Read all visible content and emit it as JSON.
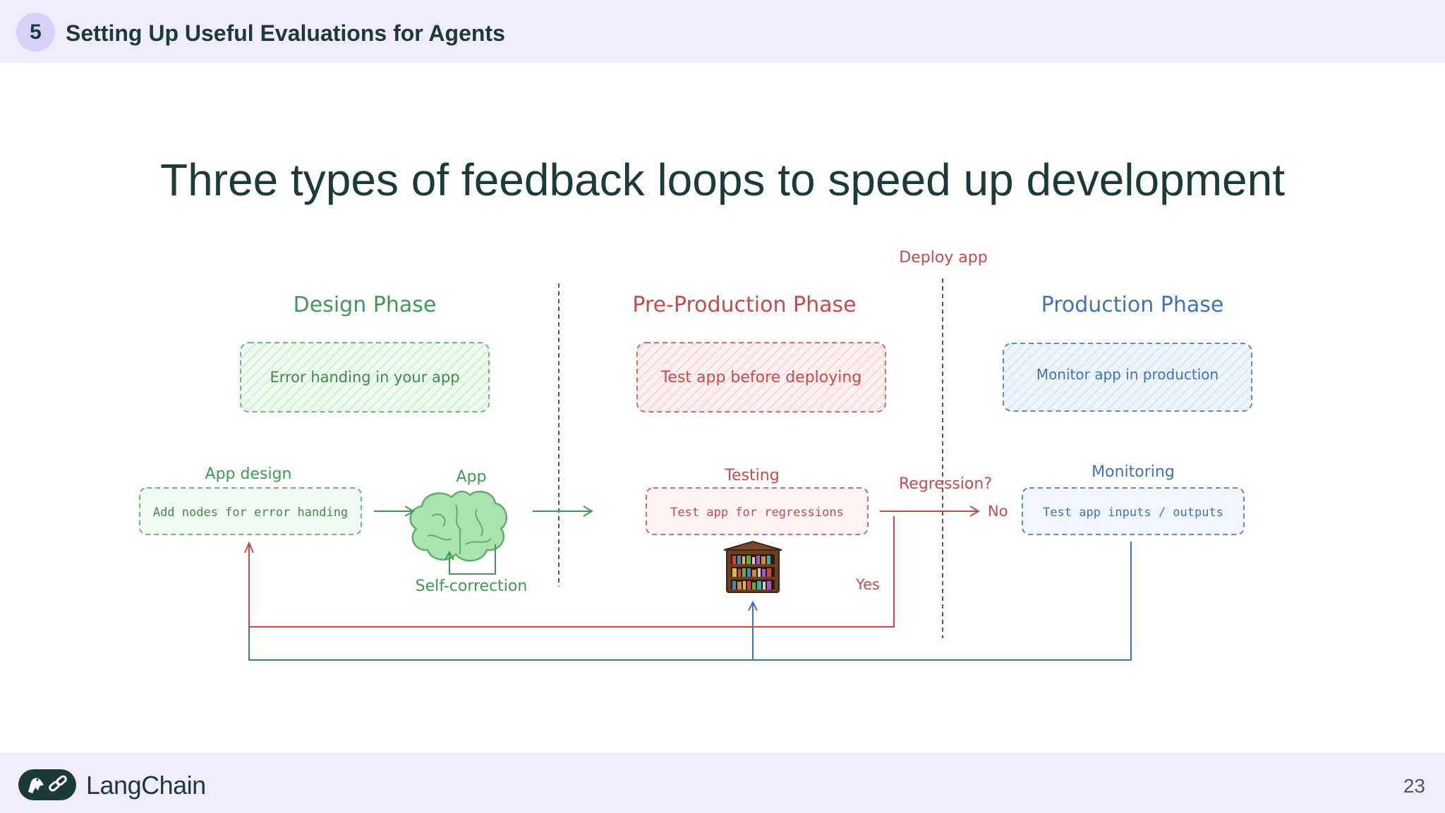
{
  "header": {
    "section_number": "5",
    "section_title": "Setting Up Useful Evaluations for Agents"
  },
  "slide": {
    "title": "Three types of feedback loops to speed up development"
  },
  "diagram": {
    "colors": {
      "design": "#3f9a52",
      "preprod": "#c94a4a",
      "prod": "#3e73b8"
    },
    "phases": {
      "design": "Design Phase",
      "preprod": "Pre-Production Phase",
      "prod": "Production Phase"
    },
    "top_boxes": {
      "design": "Error handing in your app",
      "preprod": "Test app before deploying",
      "prod": "Monitor app in production"
    },
    "labels": {
      "app_design": "App design",
      "app": "App",
      "self_correction": "Self-correction",
      "testing": "Testing",
      "regression": "Regression?",
      "no": "No",
      "yes": "Yes",
      "monitoring": "Monitoring",
      "deploy_app": "Deploy app"
    },
    "bottom_boxes": {
      "add_nodes": "Add nodes for error handing",
      "test_regressions": "Test app for regressions",
      "test_io": "Test app inputs / outputs"
    },
    "icons": [
      "brain-icon",
      "bookshelf-icon"
    ]
  },
  "footer": {
    "brand": "LangChain",
    "page_number": "23"
  }
}
